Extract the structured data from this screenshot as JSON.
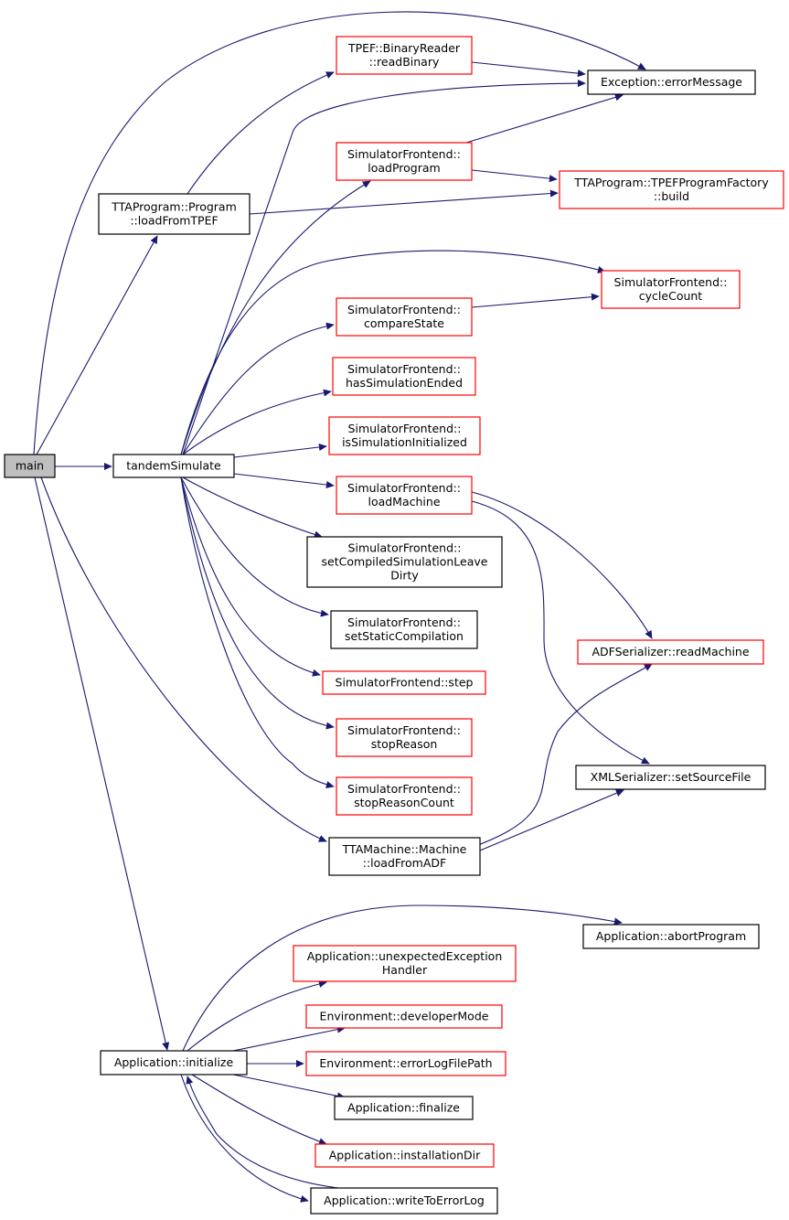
{
  "colors": {
    "edge": "#191970",
    "border_plain": "#000000",
    "border_truncated": "#ff0000",
    "root_fill": "#bfbfbf",
    "node_fill": "#ffffff"
  },
  "nodes": [
    {
      "id": "main",
      "lines": [
        "main"
      ],
      "border": "root"
    },
    {
      "id": "tandemSimulate",
      "lines": [
        "tandemSimulate"
      ],
      "border": "plain"
    },
    {
      "id": "readBinary",
      "lines": [
        "TPEF::BinaryReader",
        "::readBinary"
      ],
      "border": "truncated"
    },
    {
      "id": "errorMessage",
      "lines": [
        "Exception::errorMessage"
      ],
      "border": "plain"
    },
    {
      "id": "loadProgram",
      "lines": [
        "SimulatorFrontend::",
        "loadProgram"
      ],
      "border": "truncated"
    },
    {
      "id": "loadFromTPEF",
      "lines": [
        "TTAProgram::Program",
        "::loadFromTPEF"
      ],
      "border": "plain"
    },
    {
      "id": "tpefBuild",
      "lines": [
        "TTAProgram::TPEFProgramFactory",
        "::build"
      ],
      "border": "truncated"
    },
    {
      "id": "cycleCount",
      "lines": [
        "SimulatorFrontend::",
        "cycleCount"
      ],
      "border": "truncated"
    },
    {
      "id": "compareState",
      "lines": [
        "SimulatorFrontend::",
        "compareState"
      ],
      "border": "truncated"
    },
    {
      "id": "hasSimulationEnded",
      "lines": [
        "SimulatorFrontend::",
        "hasSimulationEnded"
      ],
      "border": "truncated"
    },
    {
      "id": "isSimulationInitialized",
      "lines": [
        "SimulatorFrontend::",
        "isSimulationInitialized"
      ],
      "border": "truncated"
    },
    {
      "id": "loadMachine",
      "lines": [
        "SimulatorFrontend::",
        "loadMachine"
      ],
      "border": "truncated"
    },
    {
      "id": "setCompiledSimulationLeaveDirty",
      "lines": [
        "SimulatorFrontend::",
        "setCompiledSimulationLeave",
        "Dirty"
      ],
      "border": "plain"
    },
    {
      "id": "setStaticCompilation",
      "lines": [
        "SimulatorFrontend::",
        "setStaticCompilation"
      ],
      "border": "plain"
    },
    {
      "id": "step",
      "lines": [
        "SimulatorFrontend::step"
      ],
      "border": "truncated"
    },
    {
      "id": "stopReason",
      "lines": [
        "SimulatorFrontend::",
        "stopReason"
      ],
      "border": "truncated"
    },
    {
      "id": "stopReasonCount",
      "lines": [
        "SimulatorFrontend::",
        "stopReasonCount"
      ],
      "border": "truncated"
    },
    {
      "id": "readMachine",
      "lines": [
        "ADFSerializer::readMachine"
      ],
      "border": "truncated"
    },
    {
      "id": "setSourceFile",
      "lines": [
        "XMLSerializer::setSourceFile"
      ],
      "border": "plain"
    },
    {
      "id": "loadFromADF",
      "lines": [
        "TTAMachine::Machine",
        "::loadFromADF"
      ],
      "border": "plain"
    },
    {
      "id": "abortProgram",
      "lines": [
        "Application::abortProgram"
      ],
      "border": "plain"
    },
    {
      "id": "unexpectedExceptionHandler",
      "lines": [
        "Application::unexpectedException",
        "Handler"
      ],
      "border": "truncated"
    },
    {
      "id": "developerMode",
      "lines": [
        "Environment::developerMode"
      ],
      "border": "truncated"
    },
    {
      "id": "appInitialize",
      "lines": [
        "Application::initialize"
      ],
      "border": "plain"
    },
    {
      "id": "errorLogFilePath",
      "lines": [
        "Environment::errorLogFilePath"
      ],
      "border": "truncated"
    },
    {
      "id": "appFinalize",
      "lines": [
        "Application::finalize"
      ],
      "border": "plain"
    },
    {
      "id": "installationDir",
      "lines": [
        "Application::installationDir"
      ],
      "border": "truncated"
    },
    {
      "id": "writeToErrorLog",
      "lines": [
        "Application::writeToErrorLog"
      ],
      "border": "plain"
    }
  ],
  "edges": [
    [
      "main",
      "tandemSimulate"
    ],
    [
      "main",
      "loadFromTPEF"
    ],
    [
      "main",
      "errorMessage"
    ],
    [
      "main",
      "loadFromADF"
    ],
    [
      "main",
      "appInitialize"
    ],
    [
      "loadFromTPEF",
      "readBinary"
    ],
    [
      "loadFromTPEF",
      "tpefBuild"
    ],
    [
      "readBinary",
      "errorMessage"
    ],
    [
      "loadProgram",
      "errorMessage"
    ],
    [
      "loadProgram",
      "tpefBuild"
    ],
    [
      "compareState",
      "cycleCount"
    ],
    [
      "tandemSimulate",
      "errorMessage"
    ],
    [
      "tandemSimulate",
      "loadProgram"
    ],
    [
      "tandemSimulate",
      "cycleCount"
    ],
    [
      "tandemSimulate",
      "compareState"
    ],
    [
      "tandemSimulate",
      "hasSimulationEnded"
    ],
    [
      "tandemSimulate",
      "isSimulationInitialized"
    ],
    [
      "tandemSimulate",
      "loadMachine"
    ],
    [
      "tandemSimulate",
      "setCompiledSimulationLeaveDirty"
    ],
    [
      "tandemSimulate",
      "setStaticCompilation"
    ],
    [
      "tandemSimulate",
      "step"
    ],
    [
      "tandemSimulate",
      "stopReason"
    ],
    [
      "tandemSimulate",
      "stopReasonCount"
    ],
    [
      "loadMachine",
      "readMachine"
    ],
    [
      "loadMachine",
      "setSourceFile"
    ],
    [
      "loadFromADF",
      "readMachine"
    ],
    [
      "loadFromADF",
      "setSourceFile"
    ],
    [
      "appInitialize",
      "abortProgram"
    ],
    [
      "appInitialize",
      "unexpectedExceptionHandler"
    ],
    [
      "unexpectedExceptionHandler",
      "abortProgram"
    ],
    [
      "appInitialize",
      "developerMode"
    ],
    [
      "appInitialize",
      "errorLogFilePath"
    ],
    [
      "appInitialize",
      "appFinalize"
    ],
    [
      "appInitialize",
      "installationDir"
    ],
    [
      "appInitialize",
      "writeToErrorLog"
    ],
    [
      "writeToErrorLog",
      "appInitialize"
    ]
  ]
}
